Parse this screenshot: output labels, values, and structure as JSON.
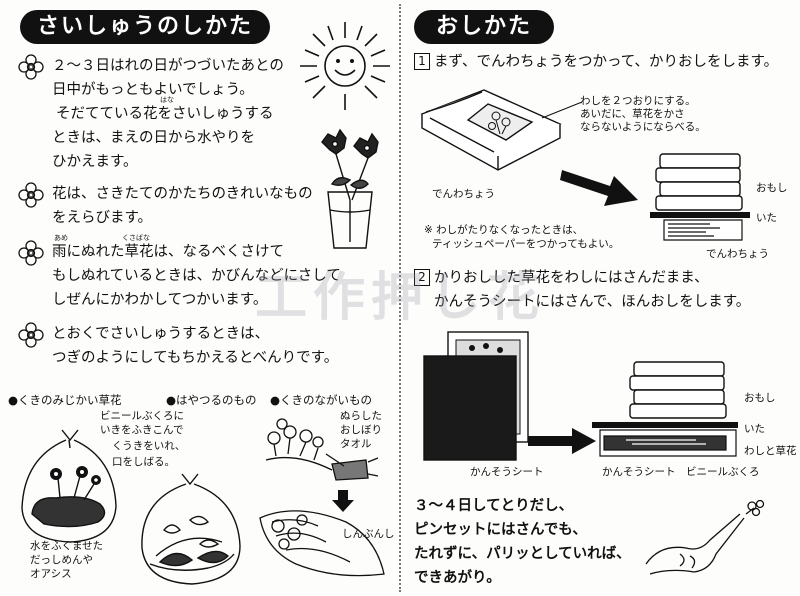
{
  "left": {
    "title": "さいしゅうのしかた",
    "p1": [
      "２〜３日はれの日がつづいたあとの",
      "日中がもっともよいでしょう。",
      "そだてている花をさいしゅうする",
      "ときは、まえの日から水やりを",
      "ひかえます。"
    ],
    "p2": [
      "花は、さきたてのかたちのきれいなもの",
      "をえらびます。"
    ],
    "p3": [
      "雨にぬれた草花は、なるべくさけて",
      "もしぬれているときは、かびんなどにさして",
      "しぜんにかわかしてつかいます。"
    ],
    "p4": [
      "とおくでさいしゅうするときは、",
      "つぎのようにしてもちかえるとべんりです。"
    ],
    "ruby_hana": "はな",
    "ruby_ame": "あめ",
    "ruby_kusabana": "くさばな",
    "cat1": "●くきのみじかい草花",
    "cat2": "●はやつるのもの",
    "cat3": "●くきのながいもの",
    "note_bag": [
      "ビニールぶくろに",
      "いきをふきこんで",
      "くうきをいれ、",
      "口をしばる。"
    ],
    "note_water": [
      "水をふくませた",
      "だっしめんや",
      "オアシス"
    ],
    "note_towel": [
      "ぬらした",
      "おしぼり",
      "タオル"
    ],
    "note_paper": "しんぶんし"
  },
  "right": {
    "title": "おしかた",
    "step1_num": "1",
    "step1": "まず、でんわちょうをつかって、かりおしをします。",
    "note_washi": [
      "わしを２つおりにする。",
      "あいだに、草花をかさ",
      "ならないようにならべる。"
    ],
    "label_phonebook": "でんわちょう",
    "label_weight": "おもし",
    "label_board": "いた",
    "note_tissue": [
      "※ わしがたりなくなったときは、",
      "ティッシュペーパーをつかってもよい。"
    ],
    "step2_num": "2",
    "step2": [
      "かりおしした草花をわしにはさんだまま、",
      "かんそうシートにはさんで、ほんおしをします。"
    ],
    "label_sheet": "かんそうシート",
    "label_weight2": "おもし",
    "label_board2": "いた",
    "label_washi_flower": "わしと草花",
    "label_sheet2": "かんそうシート",
    "label_vinyl": "ビニールぶくろ",
    "final": [
      "３〜４日してとりだし、",
      "ピンセットにはさんでも、",
      "たれずに、パリッとしていれば、",
      "できあがり。"
    ]
  },
  "watermark": "工作押し花"
}
